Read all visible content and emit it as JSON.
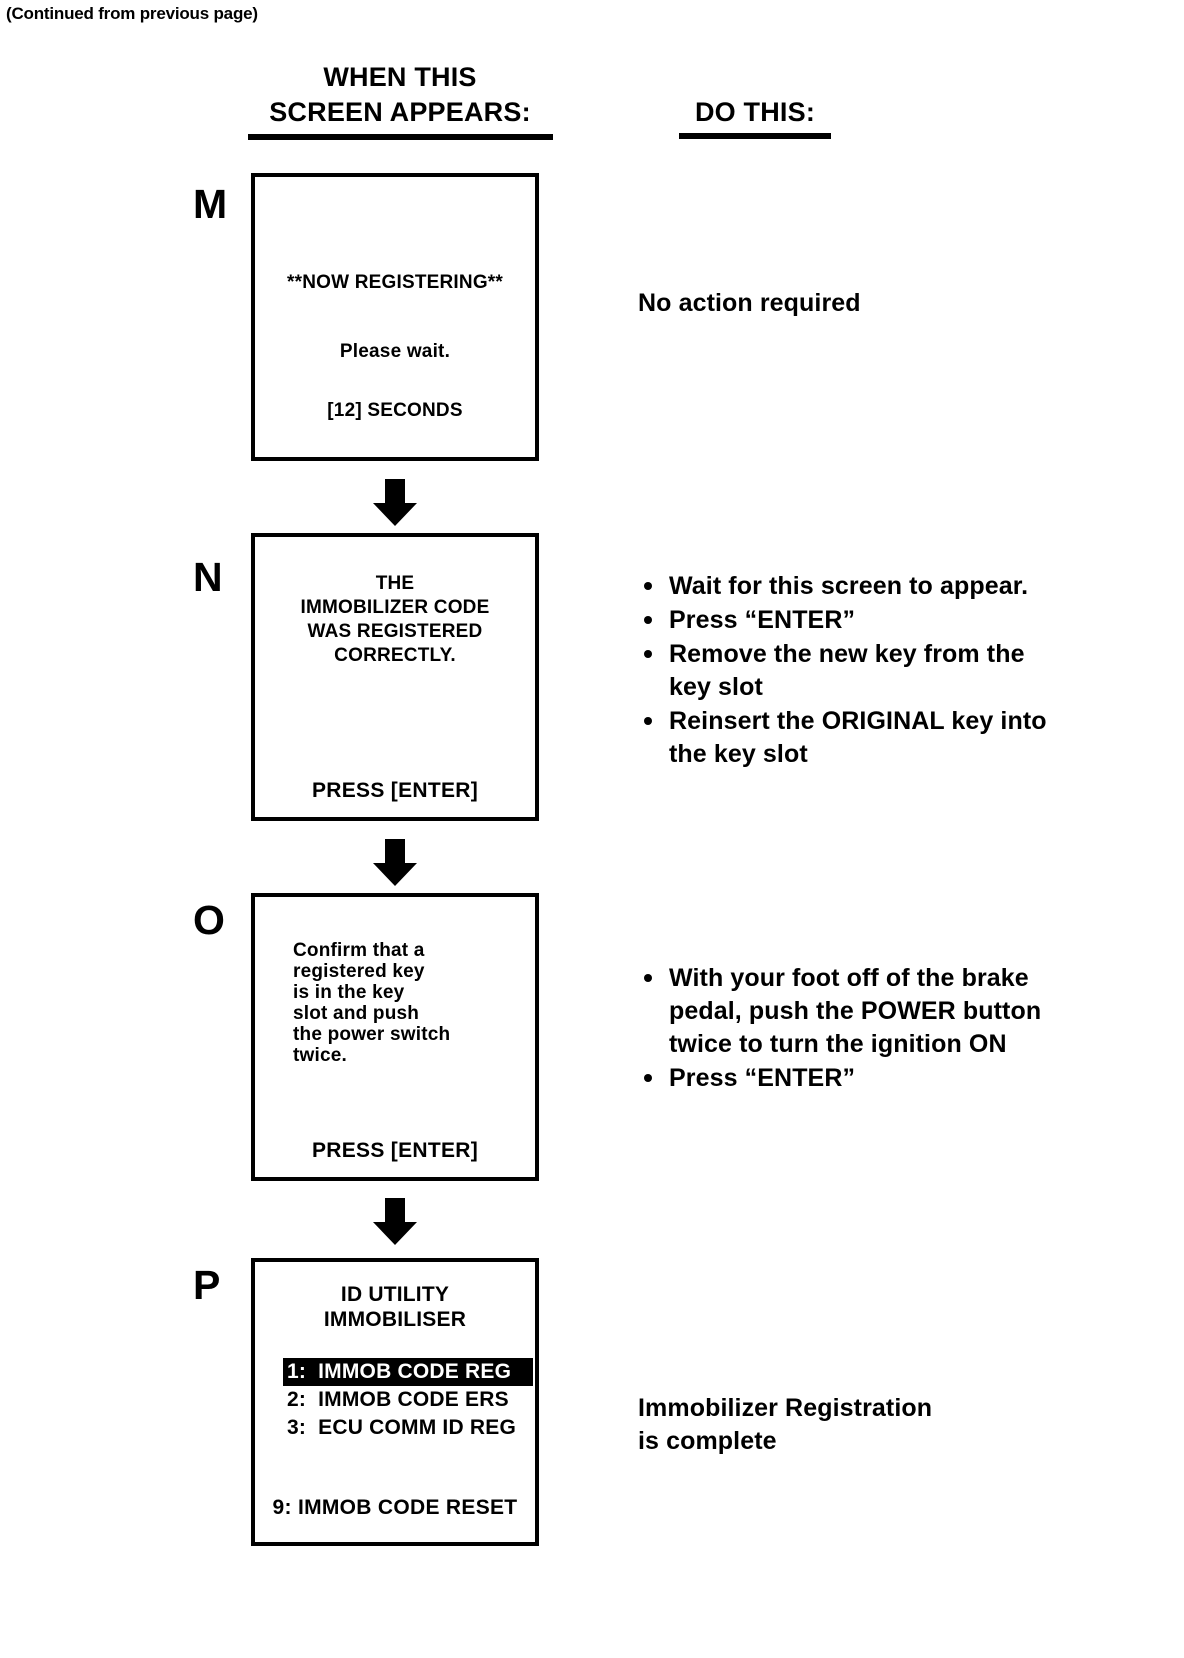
{
  "document": {
    "continued_note": "(Continued from previous page)"
  },
  "headers": {
    "left_line1": "WHEN THIS",
    "left_line2": "SCREEN APPEARS:",
    "right": "DO THIS:"
  },
  "steps": [
    {
      "letter": "M",
      "screen": {
        "lines": [
          "**NOW REGISTERING**",
          "Please wait.",
          "[12] SECONDS"
        ],
        "footer": ""
      },
      "instruction": {
        "type": "plain",
        "text": "No action required"
      }
    },
    {
      "letter": "N",
      "screen": {
        "lines": [
          "THE",
          "IMMOBILIZER CODE",
          "WAS REGISTERED",
          "CORRECTLY."
        ],
        "footer": "PRESS [ENTER]"
      },
      "instruction": {
        "type": "bullets",
        "items": [
          "Wait for this screen to appear.",
          "Press “ENTER”",
          "Remove the new key from the key slot",
          "Reinsert the ORIGINAL key into the key slot"
        ]
      }
    },
    {
      "letter": "O",
      "screen": {
        "lines": [
          "Confirm that a",
          "registered key",
          "is in the key",
          "slot and push",
          "the power switch",
          "twice."
        ],
        "footer": "PRESS [ENTER]"
      },
      "instruction": {
        "type": "bullets",
        "items": [
          "With your foot off of the brake pedal, push the POWER button twice to turn the ignition ON",
          "Press “ENTER”"
        ]
      }
    },
    {
      "letter": "P",
      "screen": {
        "title_line1": "ID UTILITY",
        "title_line2": "IMMOBILISER",
        "menu": [
          {
            "label": "1:  IMMOB CODE REG",
            "selected": true
          },
          {
            "label": "2:  IMMOB CODE ERS",
            "selected": false
          },
          {
            "label": "3:  ECU COMM ID REG",
            "selected": false
          }
        ],
        "footer": "9:  IMMOB CODE RESET"
      },
      "instruction": {
        "type": "plain",
        "text_line1": "Immobilizer Registration",
        "text_line2": "is complete"
      }
    }
  ],
  "arrows": {
    "icon": "down-arrow-icon",
    "count": 3
  },
  "colors": {
    "ink": "#000000",
    "paper": "#ffffff",
    "highlight_bg": "#000000",
    "highlight_fg": "#ffffff"
  }
}
